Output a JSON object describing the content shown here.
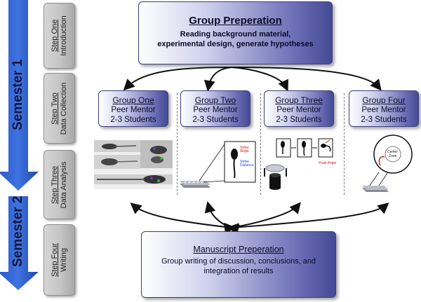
{
  "semesters": [
    {
      "label": "Semester 1"
    },
    {
      "label": "Semester 2"
    }
  ],
  "steps": [
    {
      "line1": "Step One",
      "line2": "Introduction"
    },
    {
      "line1": "Step Two",
      "line2": "Data Collection"
    },
    {
      "line1": "Step Three",
      "line2": "Data Analysis"
    },
    {
      "line1": "Step Four",
      "line2": "Writing"
    }
  ],
  "group_preparation": {
    "title": "Group Preperation",
    "desc_line1": "Reading background material,",
    "desc_line2": "experimental design, generate hypotheses"
  },
  "groups": [
    {
      "name": "Group One",
      "mentor": "Peer Mentor",
      "students": "2-3 Students"
    },
    {
      "name": "Group Two",
      "mentor": "Peer Mentor",
      "students": "2-3 Students"
    },
    {
      "name": "Group Three",
      "mentor": "Peer Mentor",
      "students": "2-3 Students"
    },
    {
      "name": "Group Four",
      "mentor": "Peer Mentor",
      "students": "2-3 Students"
    }
  ],
  "illustrations": {
    "group_two": {
      "label1": "Strike",
      "label1b": "Angle",
      "label2": "Strike",
      "label2b": "Distance"
    },
    "group_three": {
      "label": "Peak Angle"
    },
    "group_four": {
      "label1": "Center",
      "label2": "Zone"
    }
  },
  "manuscript": {
    "title": "Manuscript Preperation",
    "desc_line1": "Group writing of discussion, conclusions, and",
    "desc_line2": "integration of results"
  },
  "colors": {
    "semester_arrow": "#2f5fcf",
    "box_dark": "#454a96",
    "step_gray": "#c4c4c4",
    "annotation_red": "#d42020"
  }
}
